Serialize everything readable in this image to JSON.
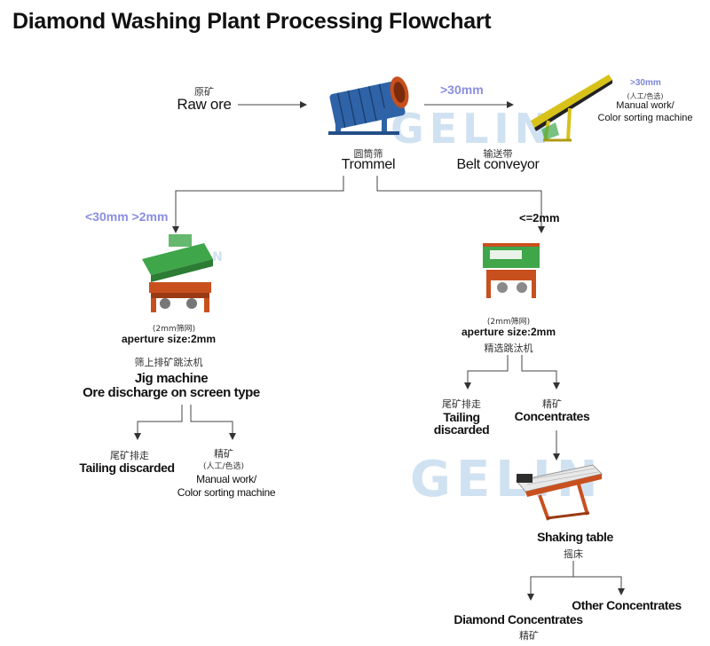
{
  "title": "Diamond Washing Plant Processing Flowchart",
  "watermark": "GELIN",
  "raw_ore": {
    "cn": "原矿",
    "en": "Raw ore"
  },
  "trommel": {
    "cn": "圆筒筛",
    "en": "Trommel"
  },
  "belt": {
    "cn": "输送带",
    "en": "Belt conveyor"
  },
  "size_gt30": ">30mm",
  "belt_output": {
    "size": ">30mm",
    "cn": "(人工/色选)",
    "line1": "Manual work/",
    "line2": "Color sorting machine"
  },
  "left_branch": {
    "size": "<30mm >2mm",
    "aperture_cn": "(2mm筛网)",
    "aperture": "aperture size:2mm",
    "machine_cn": "筛上排矿跳汰机",
    "machine_line1": "Jig machine",
    "machine_line2": "Ore discharge on screen type",
    "tailing_cn": "尾矿排走",
    "tailing": "Tailing discarded",
    "conc_cn": "精矿",
    "conc_cn2": "(人工/色选)",
    "conc_line1": "Manual work/",
    "conc_line2": "Color sorting machine"
  },
  "right_branch": {
    "size": "<=2mm",
    "aperture_cn": "(2mm筛网)",
    "aperture": "aperture size:2mm",
    "machine_cn": "精选跳汰机",
    "tailing_cn": "尾矿排走",
    "tailing_line1": "Tailing",
    "tailing_line2": "discarded",
    "conc_cn": "精矿",
    "conc": "Concentrates"
  },
  "shaking": {
    "en": "Shaking table",
    "cn": "摇床"
  },
  "diamond": {
    "en": "Diamond Concentrates",
    "cn": "精矿"
  },
  "other": {
    "en": "Other Concentrates"
  },
  "colors": {
    "accent_blue": "#8a8ee0",
    "machine_green": "#3fa64a",
    "machine_orange": "#c8501e",
    "conveyor_yellow": "#d8c21a"
  }
}
